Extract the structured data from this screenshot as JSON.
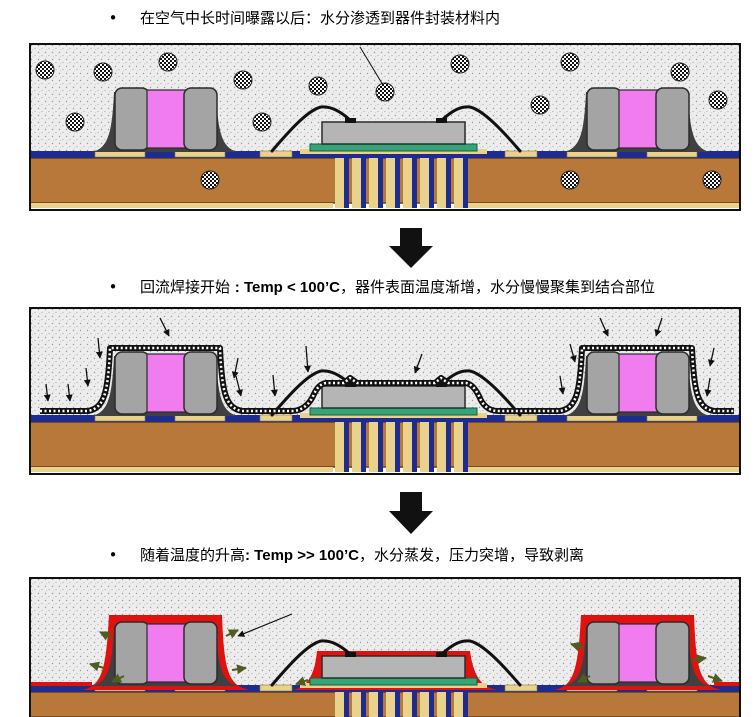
{
  "captions": [
    {
      "bullet": "•",
      "text": "在空气中长时间曝露以后：水分渗透到器件封装材料内"
    },
    {
      "bullet": "•",
      "prefix": "回流焊接开始 ",
      "bold": ": Temp < 100’C",
      "suffix": "，器件表面温度渐增，水分慢慢聚集到结合部位"
    },
    {
      "bullet": "•",
      "prefix": "随着温度的升高",
      "bold": ": Temp >> 100’C",
      "suffix": "，水分蒸发，压力突增，导致剥离"
    }
  ],
  "colors": {
    "mold_compound": "#ededed",
    "pcb_laminate": "#b8783a",
    "copper_pad": "#e8d28c",
    "trace": "#1e2b8f",
    "die_attach": "#34a577",
    "die": "#b5b5b5",
    "capacitor_terminal": "#a4a4a4",
    "capacitor_body": "#f07cf0",
    "encapsulant_fillet": "#404040",
    "delamination": "#e0120f",
    "delamination_arrow": "#4f5c22"
  }
}
